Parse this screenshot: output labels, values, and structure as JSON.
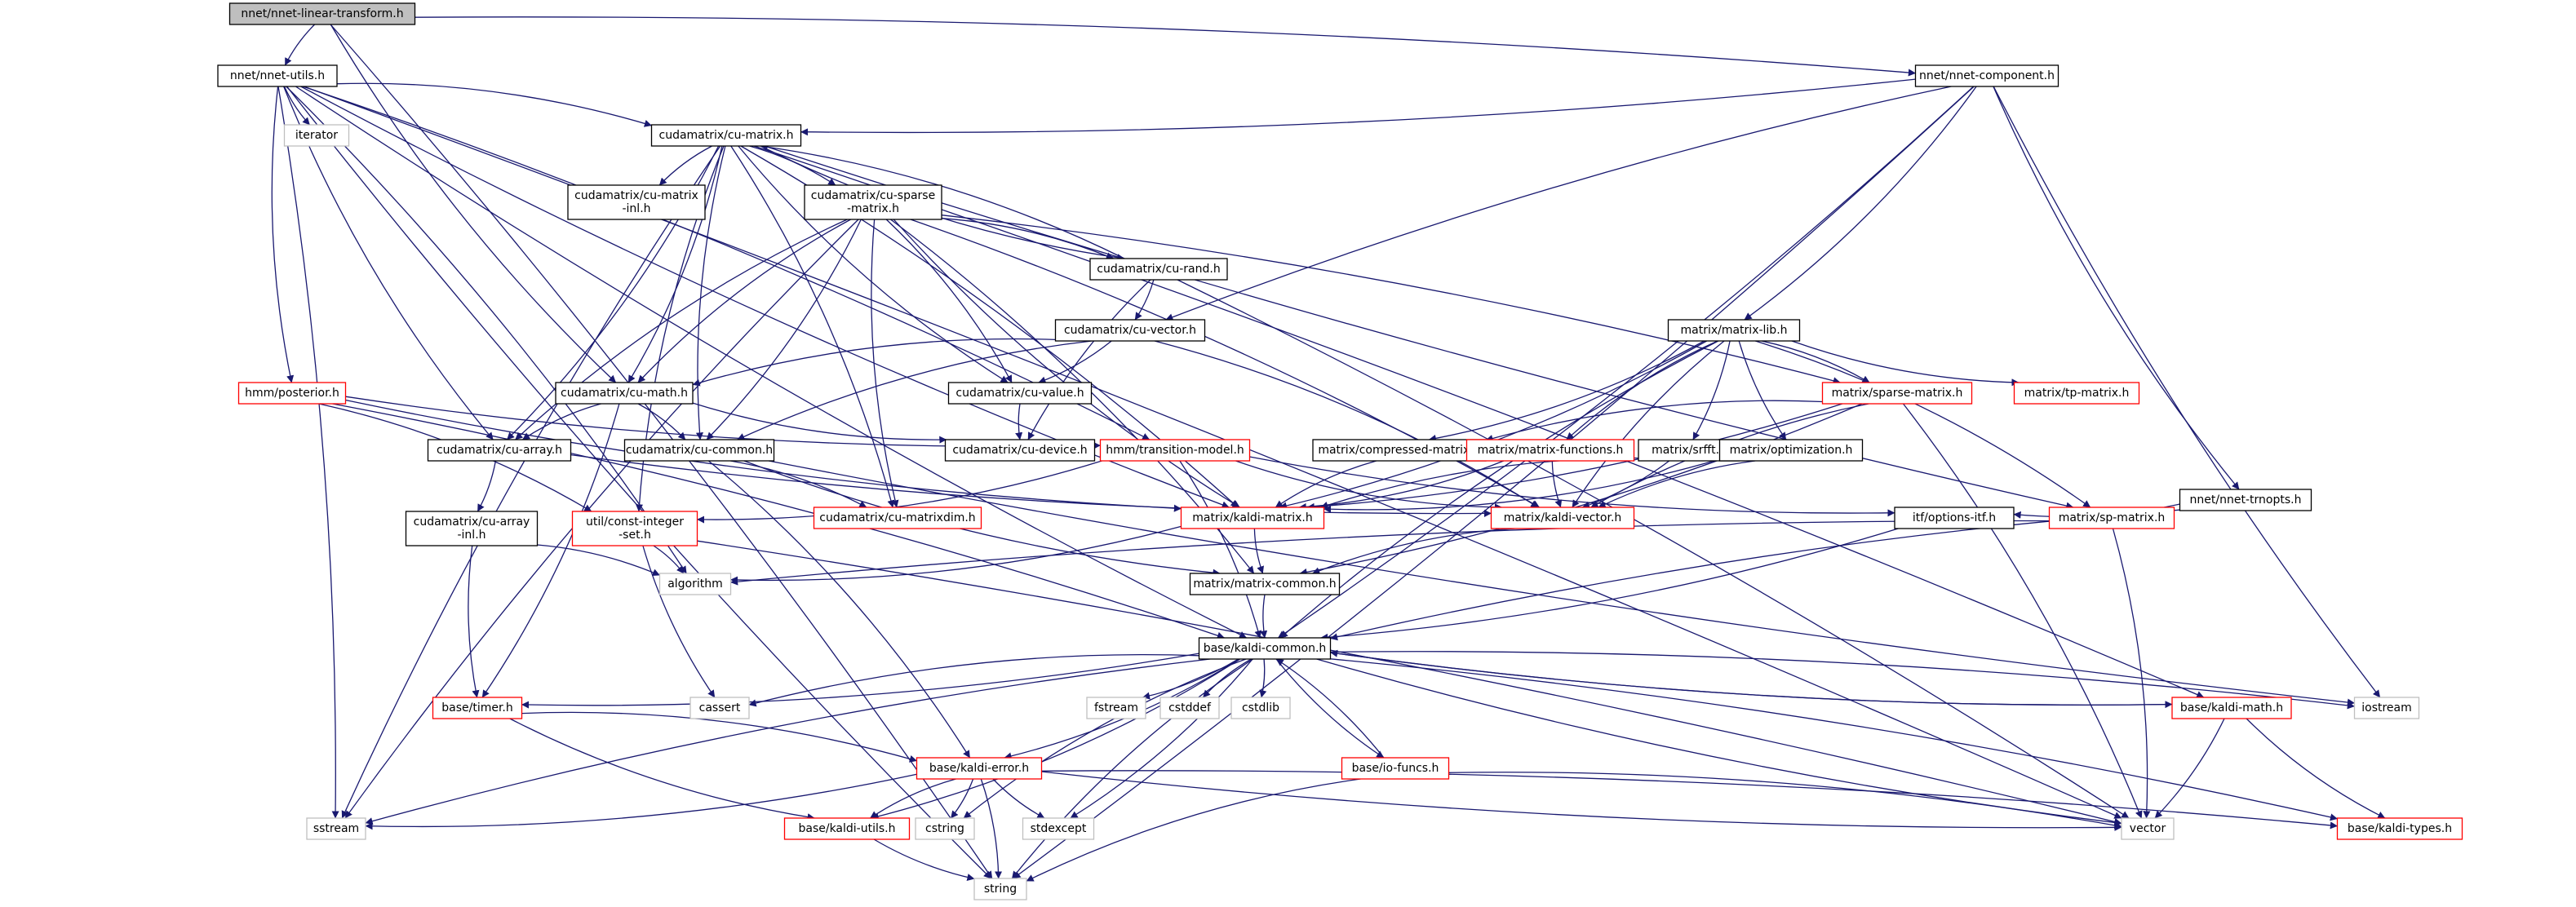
{
  "title": "nnet/nnet-linear-transform.h",
  "colors": {
    "edge": "#191970",
    "root_fill": "#bfbfbf",
    "node_border": "#000000",
    "truncated_border": "#ff0000",
    "system_border": "#bfbfbf",
    "text": "#000000"
  },
  "nodes": [
    {
      "id": "root",
      "kind": "root",
      "lines": [
        "nnet/nnet-linear-transform.h"
      ]
    },
    {
      "id": "nnet_utils",
      "kind": "normal",
      "lines": [
        "nnet/nnet-utils.h"
      ]
    },
    {
      "id": "nnet_component",
      "kind": "normal",
      "lines": [
        "nnet/nnet-component.h"
      ]
    },
    {
      "id": "iterator",
      "kind": "system",
      "lines": [
        "iterator"
      ]
    },
    {
      "id": "cu_matrix",
      "kind": "normal",
      "lines": [
        "cudamatrix/cu-matrix.h"
      ]
    },
    {
      "id": "cu_matrix_inl",
      "kind": "normal",
      "lines": [
        "cudamatrix/cu-matrix",
        "-inl.h"
      ]
    },
    {
      "id": "cu_sparse",
      "kind": "normal",
      "lines": [
        "cudamatrix/cu-sparse",
        "-matrix.h"
      ]
    },
    {
      "id": "cu_rand",
      "kind": "normal",
      "lines": [
        "cudamatrix/cu-rand.h"
      ]
    },
    {
      "id": "cu_vector",
      "kind": "normal",
      "lines": [
        "cudamatrix/cu-vector.h"
      ]
    },
    {
      "id": "hmm_posterior",
      "kind": "truncated",
      "lines": [
        "hmm/posterior.h"
      ]
    },
    {
      "id": "cu_math",
      "kind": "normal",
      "lines": [
        "cudamatrix/cu-math.h"
      ]
    },
    {
      "id": "cu_value",
      "kind": "normal",
      "lines": [
        "cudamatrix/cu-value.h"
      ]
    },
    {
      "id": "cu_array",
      "kind": "normal",
      "lines": [
        "cudamatrix/cu-array.h"
      ]
    },
    {
      "id": "cu_common",
      "kind": "normal",
      "lines": [
        "cudamatrix/cu-common.h"
      ]
    },
    {
      "id": "cu_device",
      "kind": "normal",
      "lines": [
        "cudamatrix/cu-device.h"
      ]
    },
    {
      "id": "transition_model",
      "kind": "truncated",
      "lines": [
        "hmm/transition-model.h"
      ]
    },
    {
      "id": "matrix_lib",
      "kind": "normal",
      "lines": [
        "matrix/matrix-lib.h"
      ]
    },
    {
      "id": "sparse_matrix",
      "kind": "truncated",
      "lines": [
        "matrix/sparse-matrix.h"
      ]
    },
    {
      "id": "tp_matrix",
      "kind": "truncated",
      "lines": [
        "matrix/tp-matrix.h"
      ]
    },
    {
      "id": "compressed_matrix",
      "kind": "normal",
      "lines": [
        "matrix/compressed-matrix.h"
      ]
    },
    {
      "id": "matrix_functions",
      "kind": "truncated",
      "lines": [
        "matrix/matrix-functions.h"
      ]
    },
    {
      "id": "srfft",
      "kind": "normal",
      "lines": [
        "matrix/srfft.h"
      ]
    },
    {
      "id": "optimization",
      "kind": "normal",
      "lines": [
        "matrix/optimization.h"
      ]
    },
    {
      "id": "nnet_trnopts",
      "kind": "normal",
      "lines": [
        "nnet/nnet-trnopts.h"
      ]
    },
    {
      "id": "cu_array_inl",
      "kind": "normal",
      "lines": [
        "cudamatrix/cu-array",
        "-inl.h"
      ]
    },
    {
      "id": "const_integer_set",
      "kind": "truncated",
      "lines": [
        "util/const-integer",
        "-set.h"
      ]
    },
    {
      "id": "cu_matrixdim",
      "kind": "truncated",
      "lines": [
        "cudamatrix/cu-matrixdim.h"
      ]
    },
    {
      "id": "kaldi_matrix",
      "kind": "truncated",
      "lines": [
        "matrix/kaldi-matrix.h"
      ]
    },
    {
      "id": "kaldi_vector",
      "kind": "truncated",
      "lines": [
        "matrix/kaldi-vector.h"
      ]
    },
    {
      "id": "options_itf",
      "kind": "normal",
      "lines": [
        "itf/options-itf.h"
      ]
    },
    {
      "id": "sp_matrix",
      "kind": "truncated",
      "lines": [
        "matrix/sp-matrix.h"
      ]
    },
    {
      "id": "algorithm",
      "kind": "system",
      "lines": [
        "algorithm"
      ]
    },
    {
      "id": "matrix_common",
      "kind": "normal",
      "lines": [
        "matrix/matrix-common.h"
      ]
    },
    {
      "id": "kaldi_common",
      "kind": "normal",
      "lines": [
        "base/kaldi-common.h"
      ]
    },
    {
      "id": "timer",
      "kind": "truncated",
      "lines": [
        "base/timer.h"
      ]
    },
    {
      "id": "cassert",
      "kind": "system",
      "lines": [
        "cassert"
      ]
    },
    {
      "id": "fstream",
      "kind": "system",
      "lines": [
        "fstream"
      ]
    },
    {
      "id": "cstddef",
      "kind": "system",
      "lines": [
        "cstddef"
      ]
    },
    {
      "id": "cstdlib",
      "kind": "system",
      "lines": [
        "cstdlib"
      ]
    },
    {
      "id": "kaldi_math",
      "kind": "truncated",
      "lines": [
        "base/kaldi-math.h"
      ]
    },
    {
      "id": "iostream",
      "kind": "system",
      "lines": [
        "iostream"
      ]
    },
    {
      "id": "io_funcs",
      "kind": "truncated",
      "lines": [
        "base/io-funcs.h"
      ]
    },
    {
      "id": "kaldi_error",
      "kind": "truncated",
      "lines": [
        "base/kaldi-error.h"
      ]
    },
    {
      "id": "sstream",
      "kind": "system",
      "lines": [
        "sstream"
      ]
    },
    {
      "id": "kaldi_utils",
      "kind": "truncated",
      "lines": [
        "base/kaldi-utils.h"
      ]
    },
    {
      "id": "cstring",
      "kind": "system",
      "lines": [
        "cstring"
      ]
    },
    {
      "id": "stdexcept",
      "kind": "system",
      "lines": [
        "stdexcept"
      ]
    },
    {
      "id": "vector",
      "kind": "system",
      "lines": [
        "vector"
      ]
    },
    {
      "id": "kaldi_types",
      "kind": "truncated",
      "lines": [
        "base/kaldi-types.h"
      ]
    },
    {
      "id": "string",
      "kind": "system",
      "lines": [
        "string"
      ]
    }
  ],
  "edges": [
    [
      "root",
      "nnet_utils"
    ],
    [
      "root",
      "nnet_component"
    ],
    [
      "root",
      "cu_math"
    ],
    [
      "root",
      "string"
    ],
    [
      "nnet_utils",
      "iterator"
    ],
    [
      "nnet_utils",
      "cu_matrix"
    ],
    [
      "nnet_utils",
      "hmm_posterior"
    ],
    [
      "nnet_utils",
      "transition_model"
    ],
    [
      "nnet_utils",
      "cu_array"
    ],
    [
      "nnet_utils",
      "sstream"
    ],
    [
      "nnet_utils",
      "string"
    ],
    [
      "nnet_utils",
      "algorithm"
    ],
    [
      "nnet_utils",
      "kaldi_common"
    ],
    [
      "nnet_utils",
      "vector"
    ],
    [
      "nnet_utils",
      "kaldi_matrix"
    ],
    [
      "nnet_component",
      "cu_matrix"
    ],
    [
      "nnet_component",
      "cu_vector"
    ],
    [
      "nnet_component",
      "matrix_lib"
    ],
    [
      "nnet_component",
      "nnet_trnopts"
    ],
    [
      "nnet_component",
      "kaldi_common"
    ],
    [
      "nnet_component",
      "iostream"
    ],
    [
      "nnet_component",
      "string"
    ],
    [
      "cu_matrix",
      "cu_matrix_inl"
    ],
    [
      "cu_matrix",
      "cu_sparse"
    ],
    [
      "cu_matrix",
      "cu_rand"
    ],
    [
      "cu_matrix",
      "cu_math"
    ],
    [
      "cu_matrix",
      "cu_value"
    ],
    [
      "cu_matrix",
      "cu_array"
    ],
    [
      "cu_matrix",
      "cu_common"
    ],
    [
      "cu_matrix",
      "cu_matrixdim"
    ],
    [
      "cu_matrix",
      "const_integer_set"
    ],
    [
      "cu_matrix",
      "kaldi_matrix"
    ],
    [
      "cu_matrix",
      "sstream"
    ],
    [
      "cu_matrix",
      "kaldi_math"
    ],
    [
      "cu_matrix",
      "sp_matrix"
    ],
    [
      "cu_sparse",
      "cu_rand"
    ],
    [
      "cu_sparse",
      "cu_math"
    ],
    [
      "cu_sparse",
      "cu_value"
    ],
    [
      "cu_sparse",
      "cu_array"
    ],
    [
      "cu_sparse",
      "cu_common"
    ],
    [
      "cu_sparse",
      "cu_matrixdim"
    ],
    [
      "cu_sparse",
      "sparse_matrix"
    ],
    [
      "cu_sparse",
      "kaldi_matrix"
    ],
    [
      "cu_sparse",
      "matrix_common"
    ],
    [
      "cu_sparse",
      "sstream"
    ],
    [
      "cu_sparse",
      "kaldi_vector"
    ],
    [
      "cu_rand",
      "cu_matrix"
    ],
    [
      "cu_rand",
      "cu_vector"
    ],
    [
      "cu_rand",
      "cu_device"
    ],
    [
      "cu_rand",
      "vector"
    ],
    [
      "cu_vector",
      "cu_math"
    ],
    [
      "cu_vector",
      "cu_value"
    ],
    [
      "cu_vector",
      "cu_common"
    ],
    [
      "cu_vector",
      "kaldi_vector"
    ],
    [
      "hmm_posterior",
      "transition_model"
    ],
    [
      "hmm_posterior",
      "const_integer_set"
    ],
    [
      "hmm_posterior",
      "kaldi_matrix"
    ],
    [
      "hmm_posterior",
      "kaldi_common"
    ],
    [
      "cu_math",
      "cu_array"
    ],
    [
      "cu_math",
      "cu_common"
    ],
    [
      "cu_math",
      "cu_device"
    ],
    [
      "cu_math",
      "timer"
    ],
    [
      "cu_value",
      "cu_device"
    ],
    [
      "cu_array",
      "cu_array_inl"
    ],
    [
      "cu_array",
      "kaldi_vector"
    ],
    [
      "cu_common",
      "cu_matrixdim"
    ],
    [
      "cu_common",
      "matrix_common"
    ],
    [
      "cu_common",
      "kaldi_error"
    ],
    [
      "cu_common",
      "iostream"
    ],
    [
      "transition_model",
      "const_integer_set"
    ],
    [
      "transition_model",
      "kaldi_vector"
    ],
    [
      "transition_model",
      "kaldi_common"
    ],
    [
      "transition_model",
      "options_itf"
    ],
    [
      "matrix_lib",
      "sparse_matrix"
    ],
    [
      "matrix_lib",
      "tp_matrix"
    ],
    [
      "matrix_lib",
      "compressed_matrix"
    ],
    [
      "matrix_lib",
      "matrix_functions"
    ],
    [
      "matrix_lib",
      "srfft"
    ],
    [
      "matrix_lib",
      "optimization"
    ],
    [
      "matrix_lib",
      "kaldi_matrix"
    ],
    [
      "matrix_lib",
      "kaldi_vector"
    ],
    [
      "matrix_lib",
      "sp_matrix"
    ],
    [
      "matrix_lib",
      "kaldi_common"
    ],
    [
      "sparse_matrix",
      "kaldi_matrix"
    ],
    [
      "sparse_matrix",
      "kaldi_vector"
    ],
    [
      "sparse_matrix",
      "matrix_common"
    ],
    [
      "sparse_matrix",
      "compressed_matrix"
    ],
    [
      "sparse_matrix",
      "vector"
    ],
    [
      "compressed_matrix",
      "kaldi_matrix"
    ],
    [
      "matrix_functions",
      "kaldi_matrix"
    ],
    [
      "matrix_functions",
      "kaldi_vector"
    ],
    [
      "srfft",
      "kaldi_vector"
    ],
    [
      "srfft",
      "kaldi_matrix"
    ],
    [
      "optimization",
      "kaldi_matrix"
    ],
    [
      "optimization",
      "kaldi_vector"
    ],
    [
      "nnet_trnopts",
      "options_itf"
    ],
    [
      "nnet_trnopts",
      "kaldi_common"
    ],
    [
      "cu_array_inl",
      "algorithm"
    ],
    [
      "cu_array_inl",
      "timer"
    ],
    [
      "const_integer_set",
      "algorithm"
    ],
    [
      "const_integer_set",
      "cassert"
    ],
    [
      "const_integer_set",
      "vector"
    ],
    [
      "kaldi_matrix",
      "matrix_common"
    ],
    [
      "kaldi_matrix",
      "algorithm"
    ],
    [
      "kaldi_vector",
      "matrix_common"
    ],
    [
      "options_itf",
      "kaldi_common"
    ],
    [
      "sp_matrix",
      "algorithm"
    ],
    [
      "sp_matrix",
      "vector"
    ],
    [
      "matrix_common",
      "kaldi_common"
    ],
    [
      "kaldi_common",
      "timer"
    ],
    [
      "kaldi_common",
      "cassert"
    ],
    [
      "kaldi_common",
      "fstream"
    ],
    [
      "kaldi_common",
      "cstddef"
    ],
    [
      "kaldi_common",
      "cstdlib"
    ],
    [
      "kaldi_common",
      "kaldi_math"
    ],
    [
      "kaldi_common",
      "iostream"
    ],
    [
      "kaldi_common",
      "io_funcs"
    ],
    [
      "kaldi_common",
      "kaldi_error"
    ],
    [
      "kaldi_common",
      "sstream"
    ],
    [
      "kaldi_common",
      "kaldi_utils"
    ],
    [
      "kaldi_common",
      "cstring"
    ],
    [
      "kaldi_common",
      "stdexcept"
    ],
    [
      "kaldi_common",
      "vector"
    ],
    [
      "kaldi_common",
      "kaldi_types"
    ],
    [
      "kaldi_common",
      "string"
    ],
    [
      "timer",
      "kaldi_error"
    ],
    [
      "timer",
      "kaldi_utils"
    ],
    [
      "kaldi_math",
      "kaldi_common"
    ],
    [
      "kaldi_math",
      "kaldi_types"
    ],
    [
      "kaldi_math",
      "vector"
    ],
    [
      "io_funcs",
      "kaldi_common"
    ],
    [
      "io_funcs",
      "vector"
    ],
    [
      "io_funcs",
      "string"
    ],
    [
      "kaldi_error",
      "sstream"
    ],
    [
      "kaldi_error",
      "kaldi_utils"
    ],
    [
      "kaldi_error",
      "cstring"
    ],
    [
      "kaldi_error",
      "stdexcept"
    ],
    [
      "kaldi_error",
      "string"
    ],
    [
      "kaldi_error",
      "vector"
    ],
    [
      "kaldi_error",
      "kaldi_types"
    ],
    [
      "kaldi_utils",
      "string"
    ]
  ]
}
